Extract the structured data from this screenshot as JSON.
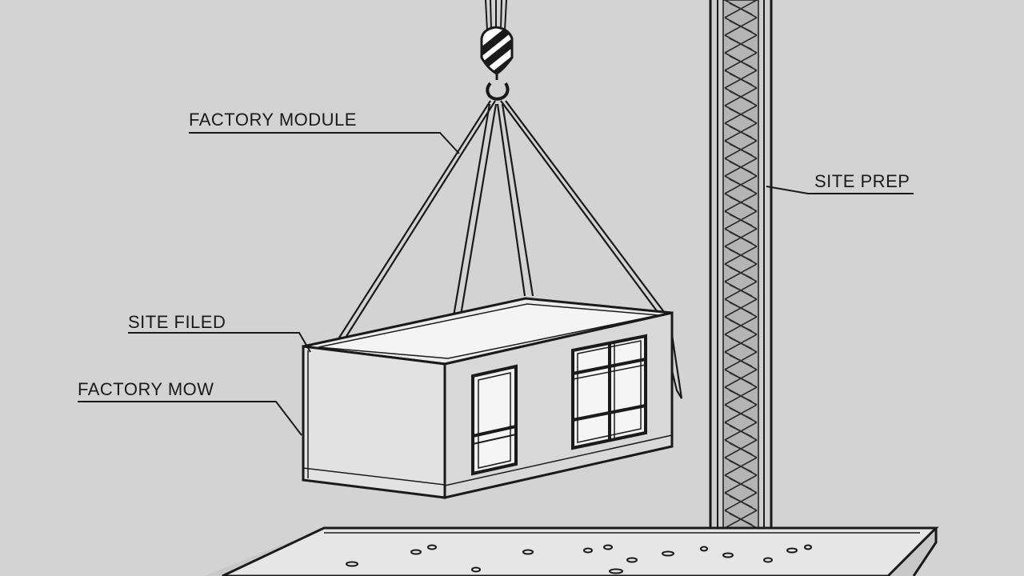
{
  "labels": {
    "factory_module": "FACTORY MODULE",
    "site_filed": "SITE FILED",
    "factory_mow": "FACTORY MOW",
    "site_prep": "SITE PREP"
  },
  "colors": {
    "background": "#d3d3d3",
    "ink": "#1a1a1a",
    "module_front": "#e3e3e3",
    "module_side": "#dadada",
    "slab": "#e6e6e6"
  },
  "icons": {
    "crane_hook": "crane-hook-icon",
    "lattice_mast": "crane-mast-icon"
  }
}
